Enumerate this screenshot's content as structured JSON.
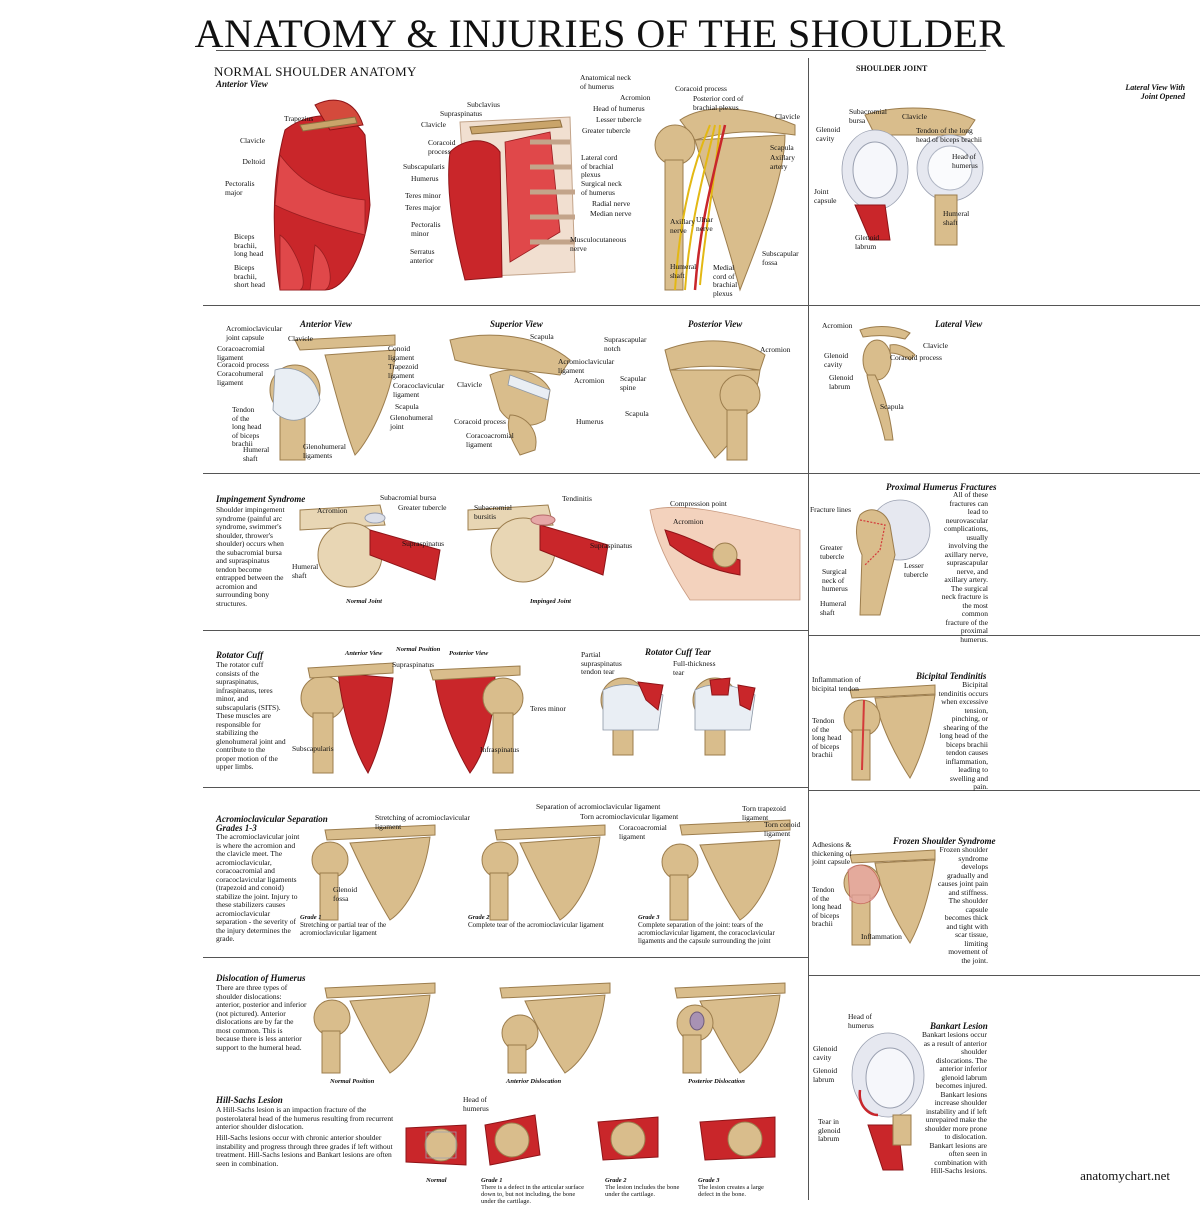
{
  "title": "ANATOMY & INJURIES OF THE SHOULDER",
  "website": "anatomychart.net",
  "normal": {
    "heading": "NORMAL SHOULDER ANATOMY",
    "subheading": "Anterior View",
    "labels": [
      "Trapezius",
      "Clavicle",
      "Deltoid",
      "Pectoralis\nmajor",
      "Biceps\nbrachii,\nlong head",
      "Biceps\nbrachii,\nshort head",
      "Subclavius",
      "Supraspinatus",
      "Clavicle",
      "Coracoid\nprocess",
      "Subscapularis",
      "Humerus",
      "Teres minor",
      "Teres major",
      "Pectoralis\nminor",
      "Serratus\nanterior",
      "Anatomical neck\nof humerus",
      "Acromion",
      "Head of humerus",
      "Lesser tubercle",
      "Greater tubercle",
      "Lateral cord\nof brachial\nplexus",
      "Surgical neck\nof humerus",
      "Radial nerve",
      "Median nerve",
      "Musculocutaneous\nnerve",
      "Coracoid process",
      "Posterior cord of\nbrachial plexus",
      "Clavicle",
      "Scapula",
      "Axillary\nartery",
      "Axillary\nnerve",
      "Ulnar\nnerve",
      "Humeral\nshaft",
      "Medial\ncord of\nbrachial\nplexus",
      "Subscapular\nfossa"
    ]
  },
  "joint": {
    "heading": "SHOULDER JOINT",
    "subheading": "Lateral View With\nJoint Opened",
    "labels": [
      "Subacromial\nbursa",
      "Clavicle",
      "Glenoid\ncavity",
      "Tendon of the long\nhead of biceps brachii",
      "Head of\nhumerus",
      "Joint\ncapsule",
      "Humeral\nshaft",
      "Glenoid\nlabrum"
    ]
  },
  "ligaments": {
    "anterior": {
      "title": "Anterior View",
      "labels": [
        "Acromioclavicular\njoint capsule",
        "Clavicle",
        "Coracoacromial\nligament",
        "Coracoid process",
        "Coracohumeral\nligament",
        "Conoid\nligament",
        "Trapezoid\nligament",
        "Coracoclavicular\nligament",
        "Scapula",
        "Glenohumeral\njoint",
        "Tendon\nof the\nlong head\nof biceps\nbrachii",
        "Humeral\nshaft",
        "Glenohumeral\nligaments"
      ]
    },
    "superior": {
      "title": "Superior View",
      "labels": [
        "Scapula",
        "Acromioclavicular\nligament",
        "Acromion",
        "Clavicle",
        "Coracoid process",
        "Humerus",
        "Coracoacromial\nligament"
      ]
    },
    "posterior": {
      "title": "Posterior View",
      "labels": [
        "Suprascapular\nnotch",
        "Acromion",
        "Scapular\nspine",
        "Scapula"
      ]
    },
    "lateral": {
      "title": "Lateral View",
      "labels": [
        "Acromion",
        "Clavicle",
        "Glenoid\ncavity",
        "Coracoid process",
        "Glenoid\nlabrum",
        "Scapula"
      ]
    }
  },
  "impingement": {
    "title": "Impingement Syndrome",
    "text": "Shoulder impingement syndrome (painful arc syndrome, swimmer's shoulder, thrower's shoulder) occurs when the subacromial bursa and supraspinatus tendon become entrapped between the acromion and surrounding bony structures.",
    "labels": [
      "Acromion",
      "Subacromial bursa",
      "Greater tubercle",
      "Supraspinatus",
      "Humeral\nshaft",
      "Subacromial\nbursitis",
      "Tendinitis",
      "Supraspinatus",
      "Compression point",
      "Acromion"
    ],
    "captions": [
      "Normal Joint",
      "Impinged Joint"
    ]
  },
  "proximal": {
    "title": "Proximal Humerus Fractures",
    "text": "All of these fractures can lead to neurovascular complications, usually involving the axillary nerve, suprascapular nerve, and axillary artery. The surgical neck fracture is the most common fracture of the proximal humerus.",
    "labels": [
      "Fracture lines",
      "Greater\ntubercle",
      "Surgical\nneck of\nhumerus",
      "Lesser\ntubercle",
      "Humeral\nshaft"
    ]
  },
  "rotator": {
    "title": "Rotator Cuff",
    "text": "The rotator cuff consists of the supraspinatus, infraspinatus, teres minor, and subscapularis (SITS). These muscles are responsible for stabilizing the glenohumeral joint and contribute to the proper motion of the upper limbs.",
    "view_labels": [
      "Anterior View",
      "Normal Position",
      "Posterior View"
    ],
    "labels": [
      "Supraspinatus",
      "Subscapularis",
      "Teres minor",
      "Infraspinatus"
    ],
    "tear_title": "Rotator Cuff Tear",
    "tear_labels": [
      "Partial\nsupraspinatus\ntendon tear",
      "Full-thickness\ntear"
    ]
  },
  "bicipital": {
    "title": "Bicipital Tendinitis",
    "text": "Bicipital tendinitis occurs when excessive tension, pinching, or shearing of the long head of the biceps brachii tendon causes inflammation, leading to swelling and pain.",
    "labels": [
      "Inflammation of\nbicipital tendon",
      "Tendon\nof the\nlong head\nof biceps\nbrachii"
    ]
  },
  "ac": {
    "title": "Acromioclavicular Separation\nGrades 1-3",
    "text": "The acromioclavicular joint is where the acromion and the clavicle meet. The acromioclavicular, coracoacromial and coracoclavicular ligaments (trapezoid and conoid) stabilize the joint. Injury to these stabilizers causes acromioclavicular separation - the severity of the injury determines the grade.",
    "labels": [
      "Stretching of acromioclavicular\nligament",
      "Glenoid\nfossa",
      "Separation of acromioclavicular ligament",
      "Torn acromioclavicular ligament",
      "Coracoacromial\nligament",
      "Torn trapezoid\nligament",
      "Torn conoid\nligament"
    ],
    "grades": [
      {
        "g": "Grade 1",
        "t": "Stretching or partial tear of the acromioclavicular ligament"
      },
      {
        "g": "Grade 2",
        "t": "Complete tear of the acromioclavicular ligament"
      },
      {
        "g": "Grade 3",
        "t": "Complete separation of the joint: tears of the acromioclavicular ligament, the coracoclavicular ligaments and the capsule surrounding the joint"
      }
    ]
  },
  "frozen": {
    "title": "Frozen Shoulder Syndrome",
    "text": "Frozen shoulder syndrome develops gradually and causes joint pain and stiffness. The shoulder capsule becomes thick and tight with scar tissue, limiting movement of the joint.",
    "labels": [
      "Adhesions &\nthickening of\njoint capsule",
      "Tendon\nof the\nlong head\nof biceps\nbrachii",
      "Inflammation"
    ]
  },
  "dislocation": {
    "title": "Dislocation of Humerus",
    "text": "There are three types of shoulder dislocations: anterior, posterior and inferior (not pictured). Anterior dislocations are by far the most common. This is because there is less anterior support to the humeral head.",
    "captions": [
      "Normal Position",
      "Anterior Dislocation",
      "Posterior Dislocation"
    ]
  },
  "hillsachs": {
    "title": "Hill-Sachs Lesion",
    "text1": "A Hill-Sachs lesion is an impaction fracture of the posterolateral head of the humerus resulting from recurrent anterior shoulder dislocation.",
    "text2": "Hill-Sachs lesions occur with chronic anterior shoulder instability and progress through three grades if left without treatment. Hill-Sachs lesions and Bankart lesions are often seen in combination.",
    "label": "Head of\nhumerus",
    "grades": [
      {
        "g": "Normal",
        "t": ""
      },
      {
        "g": "Grade 1",
        "t": "There is a defect in the articular surface down to, but not including, the bone under the cartilage."
      },
      {
        "g": "Grade 2",
        "t": "The lesion includes the bone under the cartilage."
      },
      {
        "g": "Grade 3",
        "t": "The lesion creates a large defect in the bone."
      }
    ]
  },
  "bankart": {
    "title": "Bankart Lesion",
    "text": "Bankart lesions occur as a result of anterior shoulder dislocations. The anterior inferior glenoid labrum becomes injured. Bankart lesions increase shoulder instability and if left unrepaired make the shoulder more prone to dislocation. Bankart lesions are often seen in combination with Hill-Sachs lesions.",
    "labels": [
      "Head of\nhumerus",
      "Glenoid\ncavity",
      "Glenoid\nlabrum",
      "Tear in\nglenoid\nlabrum"
    ]
  }
}
